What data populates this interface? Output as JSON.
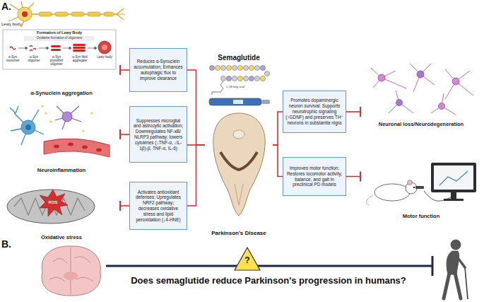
{
  "diagram": {
    "nodes": [
      {
        "text": [
          "Reduces α-Synuclein accumulation; Enhances autophagic flux to improve clearance"
        ]
      },
      {
        "text": [
          "Suppresses microglial and astrocytic activation; Downregulates NF-κB/ NLRP3 pathway; lowers cytokines (↓TNF-α, ↓IL-1β)-β, TNF-α, IL-6)"
        ]
      },
      {
        "text": [
          "Activates antioxidant defenses; Upregulates NRF2 pathway; decreases oxidative stress and lipid peroxidation (↓4-HNE)"
        ]
      },
      {
        "text": [
          "Semaglutide",
          "Parkinson's Disease"
        ]
      },
      {
        "text": [
          "Promotes dopaminergic neuron survival; Supports neurotrophic signaling (↑GDNF) and preserves TH⁺ neurons in substantia nigra"
        ]
      },
      {
        "text": [
          "Improves motor function; Restores locomotor activity, balance, and gait in preclinical PD models"
        ]
      },
      {
        "text": [
          "α-Synuclein aggregation"
        ]
      },
      {
        "text": [
          "Neuroinflammation"
        ]
      },
      {
        "text": [
          "Oxidative stress"
        ]
      },
      {
        "text": [
          "Neuronal loss/Neurodegeneration"
        ]
      },
      {
        "text": [
          "Motor function"
        ]
      }
    ],
    "edges": [
      {
        "from": 3,
        "to": 0,
        "arrow": "none"
      },
      {
        "from": 3,
        "to": 1,
        "arrow": "none"
      },
      {
        "from": 3,
        "to": 2,
        "arrow": "none"
      },
      {
        "from": 0,
        "to": 6,
        "arrow": "to"
      },
      {
        "from": 1,
        "to": 7,
        "arrow": "to"
      },
      {
        "from": 2,
        "to": 8,
        "arrow": "to"
      },
      {
        "from": 3,
        "to": 4,
        "arrow": "none"
      },
      {
        "from": 3,
        "to": 5,
        "arrow": "none"
      },
      {
        "from": 4,
        "to": 9,
        "arrow": "to"
      },
      {
        "from": 5,
        "to": 10,
        "arrow": "to"
      }
    ],
    "labels": [
      "A.",
      "Lewy body",
      "Formation of Lewy Body",
      "Oxidative formation of oligomers",
      "α-Syn monomer",
      "α-Syn oligomer",
      "α-Syn protofibril oligomer",
      "α-Syn fibril aggregate",
      "Lewy body",
      "ROS",
      "C-18 fatty acid",
      "B.",
      "?",
      "Does semaglutide reduce Parkinson's progression in humans?"
    ]
  }
}
